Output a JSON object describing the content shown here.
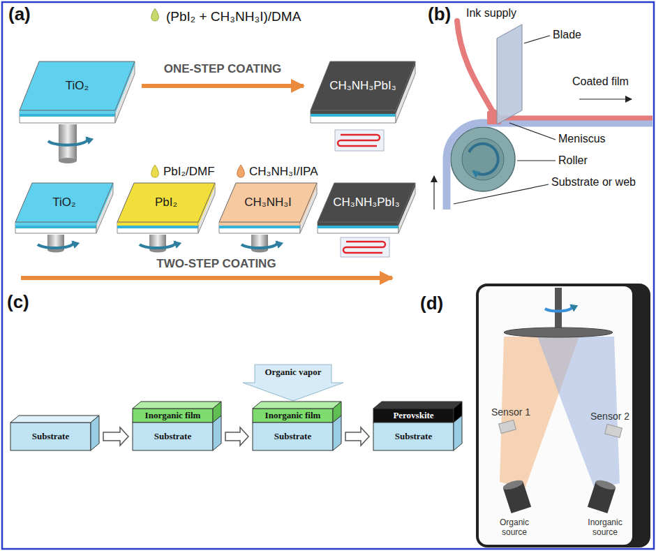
{
  "diagram": {
    "nodes": [
      {
        "text": [
          "TiO₂"
        ]
      },
      {
        "text": [
          "CH₃NH₃PbI₃"
        ]
      },
      {
        "text": [
          "TiO₂"
        ]
      },
      {
        "text": [
          "PbI₂"
        ]
      },
      {
        "text": [
          "CH₃NH₃I"
        ]
      },
      {
        "text": [
          "CH₃NH₃PbI₃"
        ]
      },
      {
        "text": [
          "Substrate"
        ]
      },
      {
        "text": [
          "Inorganic film"
        ]
      },
      {
        "text": [
          "Substrate"
        ]
      },
      {
        "text": [
          "Inorganic film"
        ]
      },
      {
        "text": [
          "Substrate"
        ]
      },
      {
        "text": [
          "Perovskite"
        ]
      },
      {
        "text": [
          "Substrate"
        ]
      }
    ],
    "edges": [
      {
        "from": 0,
        "to": 1,
        "arrow": "to",
        "label": "ONE-STEP COATING"
      },
      {
        "from": 6,
        "to": 8,
        "arrow": "to"
      },
      {
        "from": 8,
        "to": 10,
        "arrow": "to"
      },
      {
        "from": 10,
        "to": 12,
        "arrow": "to"
      }
    ],
    "labels": [
      "(a)",
      "(PbI₂ + CH₃NH₃I)/DMA",
      "PbI₂/DMF",
      "CH₃NH₃I/IPA",
      "TWO-STEP COATING",
      "(b)",
      "Ink supply",
      "Blade",
      "Coated film",
      "Meniscus",
      "Roller",
      "Substrate or web",
      "(c)",
      "Organic vapor",
      "(d)",
      "Sensor 1",
      "Sensor 2",
      "Organic source",
      "Inorganic source"
    ]
  }
}
